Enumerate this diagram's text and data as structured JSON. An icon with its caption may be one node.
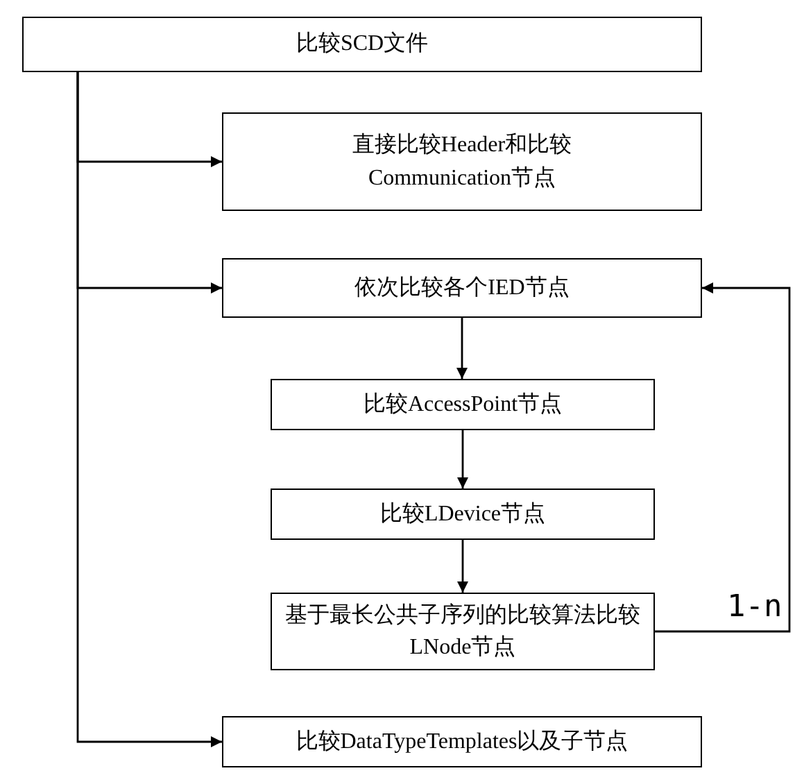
{
  "diagram": {
    "nodes": [
      {
        "text": [
          "比较SCD文件"
        ]
      },
      {
        "text": [
          "直接比较Header和比较Communication节点"
        ]
      },
      {
        "text": [
          "依次比较各个IED节点"
        ]
      },
      {
        "text": [
          "比较AccessPoint节点"
        ]
      },
      {
        "text": [
          "比较LDevice节点"
        ]
      },
      {
        "text": [
          "基于最长公共子序列的比较算法比较LNode节点"
        ]
      },
      {
        "text": [
          "比较DataTypeTemplates以及子节点"
        ]
      }
    ],
    "edges": [
      {
        "from": 0,
        "to": 1,
        "arrow": "to"
      },
      {
        "from": 0,
        "to": 2,
        "arrow": "to"
      },
      {
        "from": 0,
        "to": 6,
        "arrow": "to"
      },
      {
        "from": 2,
        "to": 3,
        "arrow": "to"
      },
      {
        "from": 3,
        "to": 4,
        "arrow": "to"
      },
      {
        "from": 4,
        "to": 5,
        "arrow": "to"
      },
      {
        "from": 5,
        "to": 2,
        "arrow": "to",
        "label": "1-n"
      }
    ]
  }
}
